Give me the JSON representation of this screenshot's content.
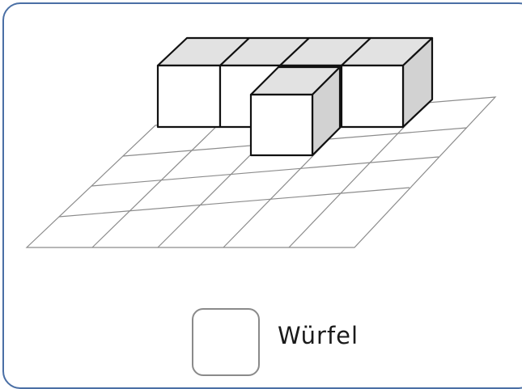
{
  "figure": {
    "description_colors": {
      "border": "#4a6fa5",
      "grid": "#8c8c8c",
      "cube_top": "#e2e2e2",
      "cube_side": "#d2d2d2",
      "cube_front": "#ffffff",
      "cube_edge": "#111111"
    },
    "cubes_back_row": 4,
    "cubes_front": 1,
    "total_cubes": 5
  },
  "answer": {
    "value": "",
    "unit_label": "Würfel"
  }
}
